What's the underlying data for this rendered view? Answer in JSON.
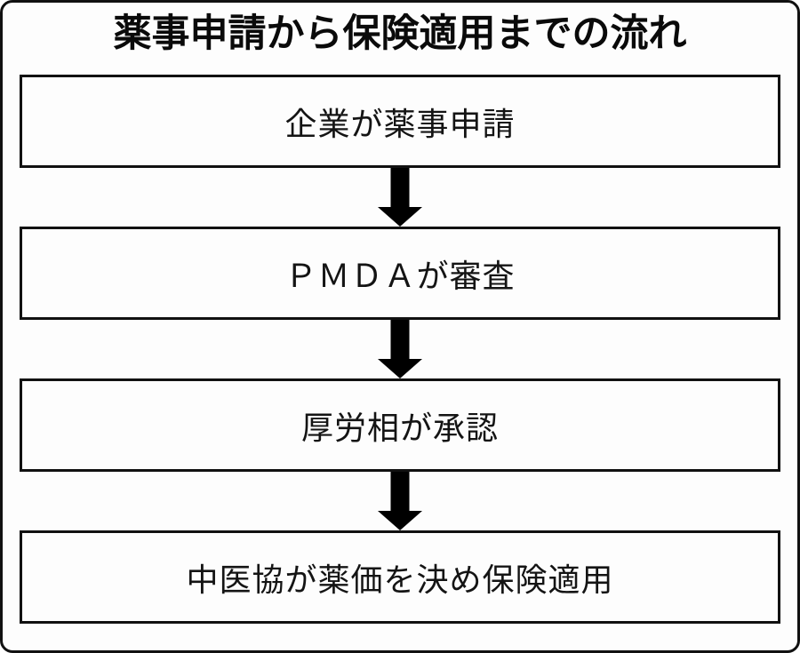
{
  "title": "薬事申請から保険適用までの流れ",
  "steps": [
    {
      "label": "企業が薬事申請"
    },
    {
      "label": "ＰＭＤＡが審査"
    },
    {
      "label": "厚労相が承認"
    },
    {
      "label": "中医協が薬価を決め保険適用"
    }
  ],
  "icons": {
    "down_arrow": "⬇"
  },
  "colors": {
    "frame_border": "#111111",
    "box_border": "#111111",
    "text": "#141414",
    "arrow": "#000000",
    "background": "#fdfdfd"
  }
}
